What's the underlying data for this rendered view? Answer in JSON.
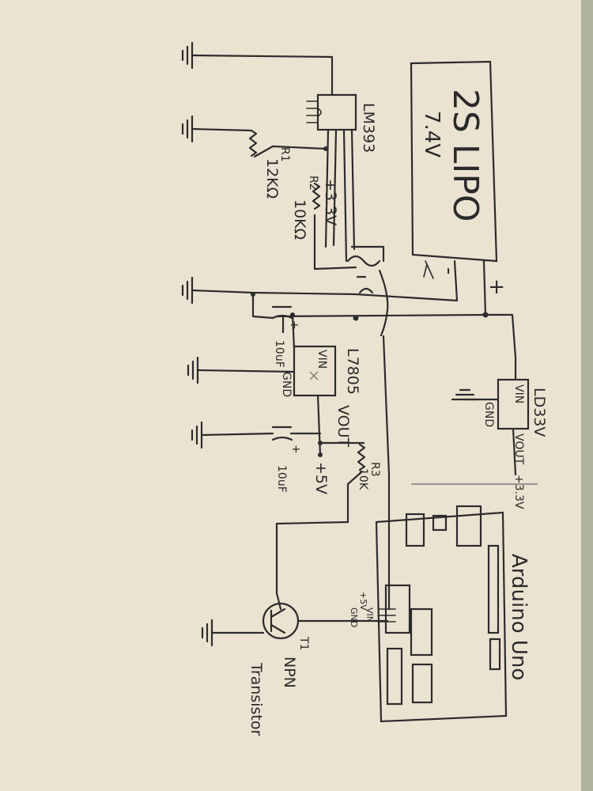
{
  "battery": {
    "line1": "2S LIPO",
    "line2": "7.4V",
    "plus": "+",
    "minus": "-"
  },
  "lm393": {
    "name": "LM393"
  },
  "r1": {
    "name": "R1",
    "value": "12KΩ"
  },
  "r2": {
    "name": "R2",
    "value": "10KΩ"
  },
  "r3": {
    "name": "R3",
    "value": "10K"
  },
  "rail33": {
    "label": "+3.3V"
  },
  "c1": {
    "value": "10uF",
    "plus": "+"
  },
  "c2": {
    "value": "10uF",
    "plus": "+"
  },
  "l7805": {
    "name": "L7805",
    "vin": "VIN",
    "gnd": "GND",
    "vout": "VOUT",
    "out": "+5V"
  },
  "ld33": {
    "name": "LD33V",
    "vin": "VIN",
    "gnd": "GND",
    "vout": "VOUT",
    "out": "+3.3V"
  },
  "arduino": {
    "name": "Arduino Uno",
    "p5v": "+5V",
    "gnd": "GND",
    "vin": "VIN"
  },
  "t1": {
    "name": "T1",
    "type1": "NPN",
    "type2": "Transistor"
  }
}
